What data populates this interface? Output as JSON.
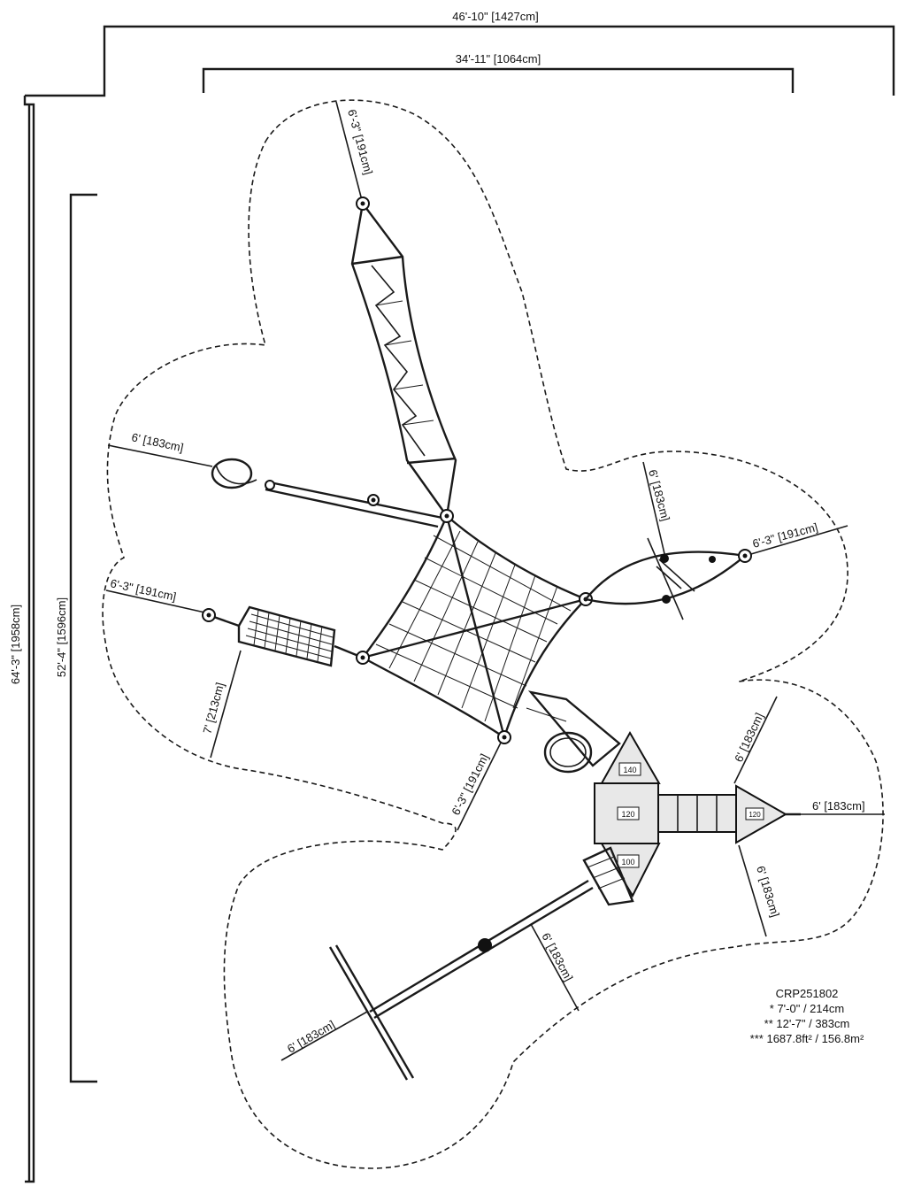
{
  "overall": {
    "width_label": "46'-10\" [1427cm]",
    "inner_width_label": "34'-11\" [1064cm]",
    "height_label": "64'-3\" [1958cm]",
    "inner_height_label": "52'-4\" [1596cm]"
  },
  "clearances": {
    "top": "6'-3\" [191cm]",
    "left_upper": "6' [183cm]",
    "left_mid": "6'-3\" [191cm]",
    "left_lower": "7' [213cm]",
    "center_bottom": "6'-3\" [191cm]",
    "right_upper_a": "6' [183cm]",
    "right_upper_b": "6'-3\" [191cm]",
    "right_mid_a": "6' [183cm]",
    "right_mid_b": "6' [183cm]",
    "right_mid_c": "6' [183cm]",
    "bottom_a": "6' [183cm]",
    "bottom_b": "6' [183cm]"
  },
  "deck_labels": {
    "deck1": "140",
    "deck2": "120",
    "deck3": "100",
    "deck4": "120"
  },
  "notes": {
    "model": "CRP251802",
    "line1": "* 7'-0\" / 214cm",
    "line2": "** 12'-7\" / 383cm",
    "line3": "*** 1687.8ft² / 156.8m²"
  }
}
